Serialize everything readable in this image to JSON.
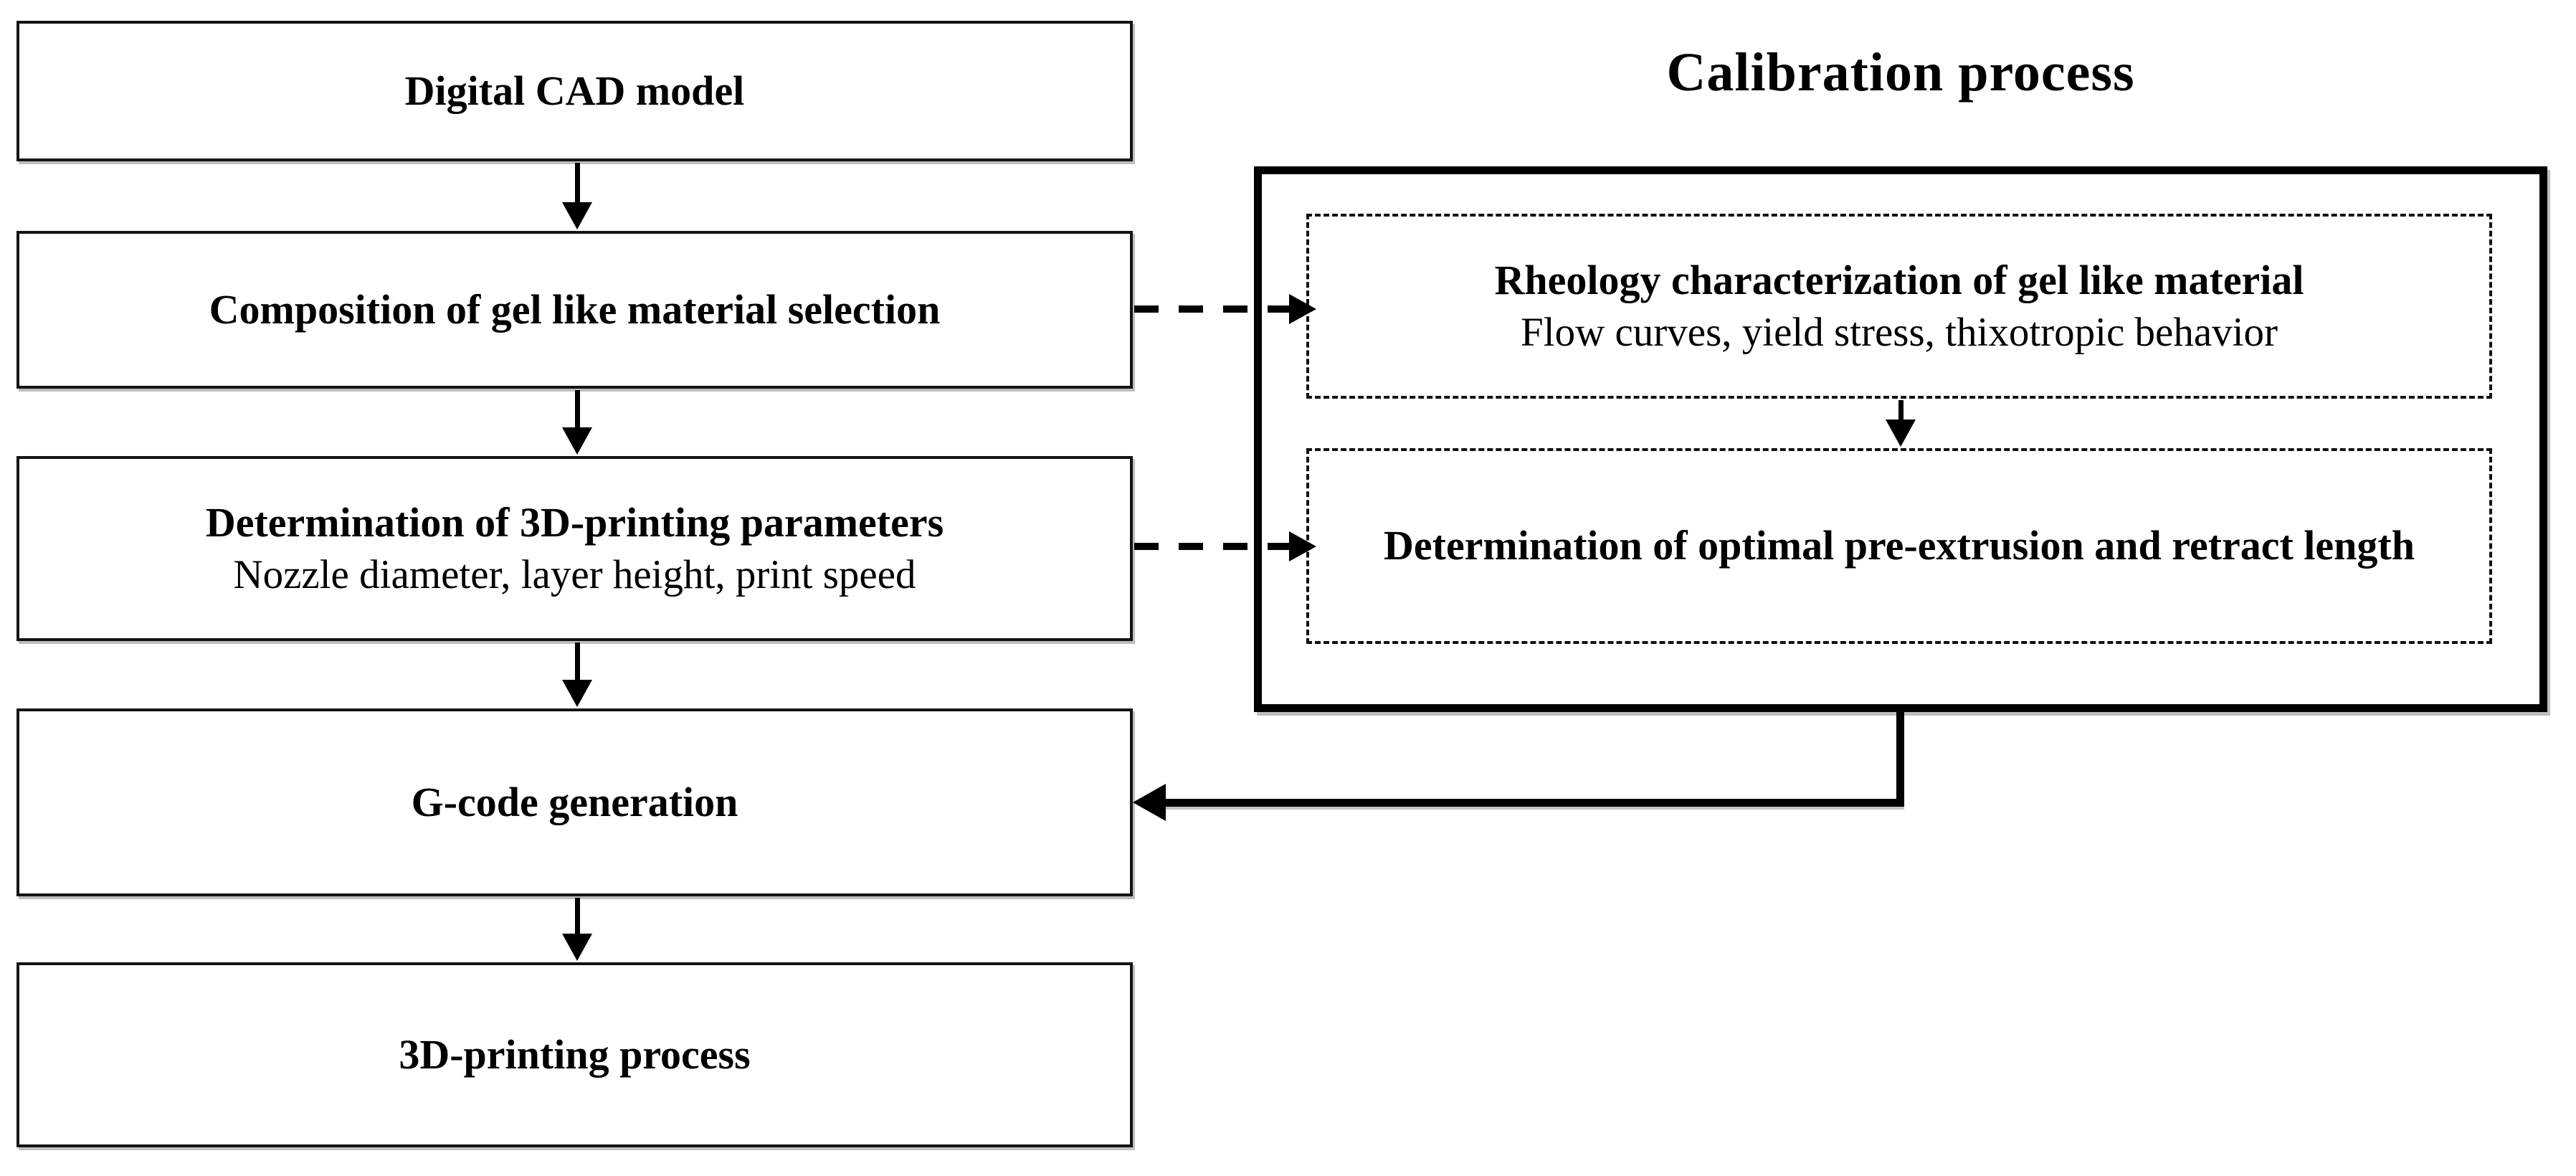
{
  "flow": {
    "boxes": [
      {
        "label": "Digital CAD model"
      },
      {
        "label": "Composition of gel like material selection"
      },
      {
        "label": "Determination of 3D-printing parameters",
        "sublabel": "Nozzle diameter, layer height, print speed"
      },
      {
        "label": "G-code generation"
      },
      {
        "label": "3D-printing process"
      }
    ]
  },
  "calibration": {
    "title": "Calibration process",
    "boxes": [
      {
        "label": "Rheology characterization of gel like material",
        "sublabel": "Flow curves, yield stress, thixotropic behavior"
      },
      {
        "label": "Determination of optimal pre-extrusion and retract length"
      }
    ]
  },
  "colors": {
    "line": "#000000",
    "text": "#000000",
    "background": "#ffffff"
  }
}
